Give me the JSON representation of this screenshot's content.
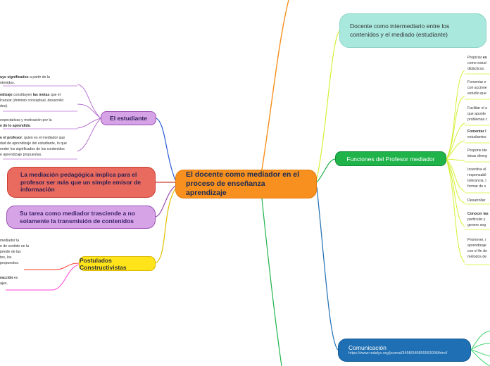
{
  "central": {
    "label": "El docente como mediador en el proceso de enseñanza aprendizaje"
  },
  "left": {
    "mediacion": "La mediación pedagógica implica para el profesor ser más que un simple emisor de información",
    "tarea": "Su tarea como mediador trasciende a no solamente la transmisión de contenidos",
    "estudiante": {
      "label": "El estudiante",
      "notes": [
        {
          "pre": "",
          "bold": "uye significados",
          "post": " a partir de la\nntenidos."
        },
        {
          "pre": "ndizaje",
          "bold": "",
          "post": " constituyen ",
          "bold2": "las metas",
          "post2": " que el\nlcanzar (dominio conceptual, desarrollo\ndes)."
        },
        {
          "pre": "expectativas y motivación por la\n",
          "bold": "e de lo aprendido",
          "post": "."
        },
        {
          "pre": "",
          "bold": "e el profesor",
          "post": ", quien es el mediador que\ndad de aprendizaje del estudiante, lo que\nender los significados de los contenidos\ne aprendizaje propuestas."
        }
      ]
    },
    "postulados": {
      "label": "Postulados Constructivistas",
      "notes": [
        {
          "text": "mediador la\nn de sentido en la\npende de las\ntes, los\npropuestos."
        },
        {
          "bold": "racción",
          "post": " es\najes."
        }
      ]
    }
  },
  "right": {
    "docente": "Docente como intermediario entre los contenidos y el mediado (estudiante)",
    "funciones": {
      "label": "Funciones del Profesor mediador",
      "items": [
        {
          "pre": "Propiciar ",
          "bold": "es",
          "post": "\ncomo estud\ndidácticos."
        },
        {
          "pre": "Fomentar e\ncon accione\nestudio que"
        },
        {
          "pre": "Facilitar el a\nque apunte\nproblemas c"
        },
        {
          "bold": "Fomentar l",
          "post": "\nestudiantes"
        },
        {
          "pre": "Propone ide\nideas diverg"
        },
        {
          "pre": "Incentiva el\nresponsabil\ntolerancia, l\nformar de s"
        },
        {
          "pre": "Desarrollar"
        },
        {
          "bold": "Conocer las",
          "post": "\nparticular y\ngenere seg"
        },
        {
          "pre": "Promover, r\naprendizaje\ncon el fin de\nmétodos de"
        }
      ]
    },
    "comunicacion": {
      "label": "Comunicación",
      "url": "https://www.redalyc.org/journal/3498/349855553006/html/"
    }
  },
  "colors": {
    "central": "#f7901e",
    "red": "#e96a5f",
    "purple": "#d6a4e6",
    "yellow": "#ffe41c",
    "teal": "#a9e8dd",
    "green": "#1fb34a",
    "blue": "#1e6fb3"
  }
}
